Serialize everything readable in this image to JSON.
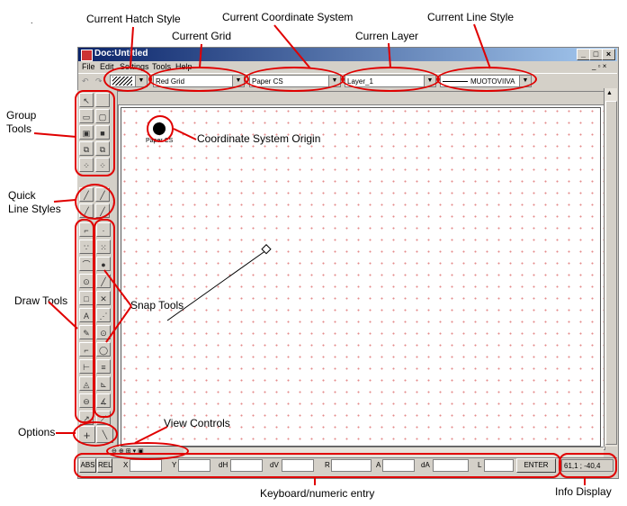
{
  "window": {
    "title": "Doc:Untitled"
  },
  "menu": [
    "File",
    "Edit",
    "Settings",
    "Tools",
    "Help"
  ],
  "toolbar": {
    "grid": "Red Grid",
    "coord_system": "Paper CS",
    "layer": "Layer_1",
    "line_style": "MUOTOVIIVA"
  },
  "canvas": {
    "origin_label": "Paper CS"
  },
  "status": {
    "abs_label": "ABS",
    "rel_label": "REL",
    "fields": [
      "X",
      "Y",
      "dH",
      "dV",
      "R",
      "A",
      "dA",
      "L"
    ],
    "enter_label": "ENTER",
    "info": "61,1 ; -40,4"
  },
  "annotations": {
    "hatch": "Current Hatch Style",
    "coord": "Current Coordinate System",
    "line_style": "Current Line Style",
    "grid": "Current Grid",
    "layer": "Curren Layer",
    "group": "Group\nTools",
    "origin": "Coordinate System Origin",
    "quick": "Quick\nLine Styles",
    "draw": "Draw Tools",
    "snap": "Snap Tools",
    "options": "Options",
    "view": "View Controls",
    "keyboard": "Keyboard/numeric entry",
    "info": "Info Display"
  },
  "colors": {
    "annotation": "#e00000",
    "grid_dot": "#e48a8a",
    "titlebar": "#0a246a"
  }
}
